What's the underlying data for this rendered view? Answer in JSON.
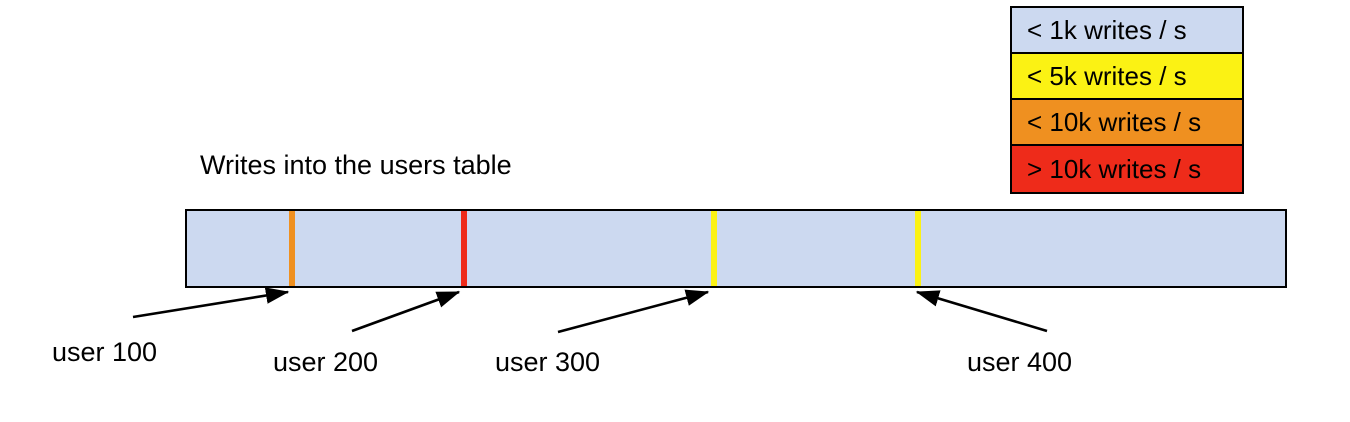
{
  "chart_data": {
    "type": "bar",
    "title": "Writes into the users table",
    "xlabel": "",
    "ylabel": "",
    "description": "A single horizontal range bar representing the users table keyspace, shaded by write rate. Four vertical stripes mark hot rows at user 100, user 200, user 300 and user 400.",
    "base_band_color": "#ccd9f0",
    "base_band_label": "< 1k writes / s",
    "categories": [
      "user 100",
      "user 200",
      "user 300",
      "user 400"
    ],
    "series": [
      {
        "name": "write rate band",
        "values": [
          "< 10k writes / s",
          "> 10k writes / s",
          "< 5k writes / s",
          "< 5k writes / s"
        ]
      }
    ],
    "markers": [
      {
        "label": "user 100",
        "band": "< 10k writes / s",
        "color": "#ef9020",
        "position_pct": 9.6
      },
      {
        "label": "user 200",
        "band": "> 10k writes / s",
        "color": "#ee2b1a",
        "position_pct": 25.1
      },
      {
        "label": "user 300",
        "band": "< 5k writes / s",
        "color": "#fbf214",
        "position_pct": 47.7
      },
      {
        "label": "user 400",
        "band": "< 5k writes / s",
        "color": "#fbf214",
        "position_pct": 66.2
      }
    ],
    "legend": {
      "position": "top-right",
      "entries": [
        {
          "label": "< 1k writes / s",
          "color": "#ccd9f0"
        },
        {
          "label": "< 5k writes / s",
          "color": "#fbf214"
        },
        {
          "label": "< 10k writes / s",
          "color": "#ef9020"
        },
        {
          "label": "> 10k writes / s",
          "color": "#ee2b1a"
        }
      ]
    }
  },
  "legend": {
    "entries": [
      {
        "label": "< 1k writes / s",
        "color": "#ccd9f0"
      },
      {
        "label": "< 5k writes / s",
        "color": "#fbf214"
      },
      {
        "label": "< 10k writes / s",
        "color": "#ef9020"
      },
      {
        "label": "> 10k writes / s",
        "color": "#ee2b1a"
      }
    ]
  },
  "diagram": {
    "title": "Writes into the users table",
    "band": {
      "fill": "#ccd9f0",
      "stroke": "#000000"
    },
    "markers": [
      {
        "label": "user 100",
        "color": "#ef9020"
      },
      {
        "label": "user 200",
        "color": "#ee2b1a"
      },
      {
        "label": "user 300",
        "color": "#fbf214"
      },
      {
        "label": "user 400",
        "color": "#fbf214"
      }
    ]
  },
  "colors": {
    "blue": "#ccd9f0",
    "yellow": "#fbf214",
    "orange": "#ef9020",
    "red": "#ee2b1a",
    "outline": "#000000",
    "background": "#ffffff"
  }
}
